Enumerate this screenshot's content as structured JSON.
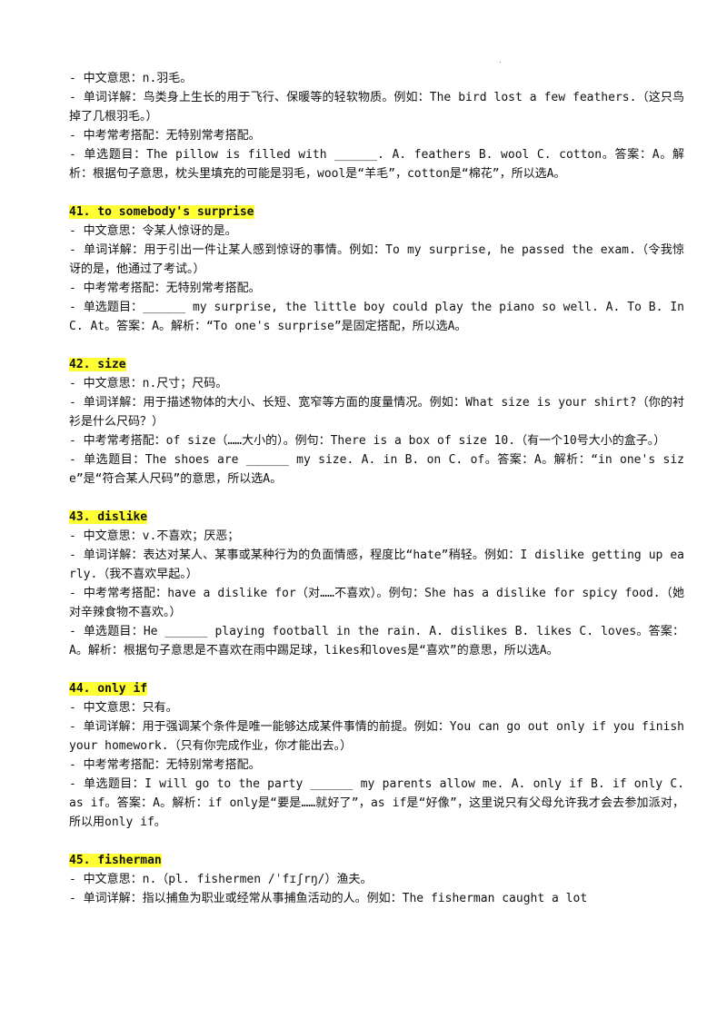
{
  "mark": ".",
  "top_lines": [
    "- 中文意思：n.羽毛。",
    "- 单词详解：鸟类身上生长的用于飞行、保暖等的轻软物质。例如：The bird lost a few feathers.（这只鸟掉了几根羽毛。）",
    "- 中考常考搭配：无特别常考搭配。",
    "- 单选题目：The pillow is filled with ______. A. feathers B. wool C. cotton。答案：A。解析：根据句子意思，枕头里填充的可能是羽毛，wool是“羊毛”，cotton是“棉花”，所以选A。"
  ],
  "sections": [
    {
      "heading": "41. to somebody's surprise",
      "lines": [
        "- 中文意思：令某人惊讶的是。",
        "- 单词详解：用于引出一件让某人感到惊讶的事情。例如：To my surprise, he passed the exam.（令我惊讶的是，他通过了考试。）",
        "- 中考常考搭配：无特别常考搭配。",
        "- 单选题目：______ my surprise, the little boy could play the piano so well. A. To B. In C. At。答案：A。解析：“To one's surprise”是固定搭配，所以选A。"
      ]
    },
    {
      "heading": "42. size",
      "lines": [
        "- 中文意思：n.尺寸；尺码。",
        "- 单词详解：用于描述物体的大小、长短、宽窄等方面的度量情况。例如：What size is your shirt?（你的衬衫是什么尺码？）",
        "- 中考常考搭配：of size（……大小的）。例句：There is a box of size 10.（有一个10号大小的盒子。）",
        "- 单选题目：The shoes are ______ my size. A. in B. on C. of。答案：A。解析：“in one's size”是“符合某人尺码”的意思，所以选A。"
      ]
    },
    {
      "heading": "43. dislike",
      "lines": [
        "- 中文意思：v.不喜欢；厌恶；",
        "- 单词详解：表达对某人、某事或某种行为的负面情感，程度比“hate”稍轻。例如：I dislike getting up early.（我不喜欢早起。）",
        "- 中考常考搭配：have a dislike for（对……不喜欢）。例句：She has a dislike for spicy food.（她对辛辣食物不喜欢。）",
        "- 单选题目：He ______ playing football in the rain. A. dislikes B. likes C. loves。答案：A。解析：根据句子意思是不喜欢在雨中踢足球，likes和loves是“喜欢”的意思，所以选A。"
      ]
    },
    {
      "heading": "44. only if",
      "lines": [
        "- 中文意思：只有。",
        "- 单词详解：用于强调某个条件是唯一能够达成某件事情的前提。例如：You can go out only if you finish your homework.（只有你完成作业，你才能出去。）",
        "- 中考常考搭配：无特别常考搭配。",
        "- 单选题目：I will go to the party ______ my parents allow me. A. only if B. if only C. as if。答案：A。解析：if only是“要是……就好了”，as if是“好像”，这里说只有父母允许我才会去参加派对，所以用only if。"
      ]
    },
    {
      "heading": "45. fisherman",
      "lines": [
        "- 中文意思：n.（pl. fishermen /ˈfɪʃrŋ/）渔夫。",
        "- 单词详解：指以捕鱼为职业或经常从事捕鱼活动的人。例如：The fisherman caught a lot"
      ]
    }
  ]
}
